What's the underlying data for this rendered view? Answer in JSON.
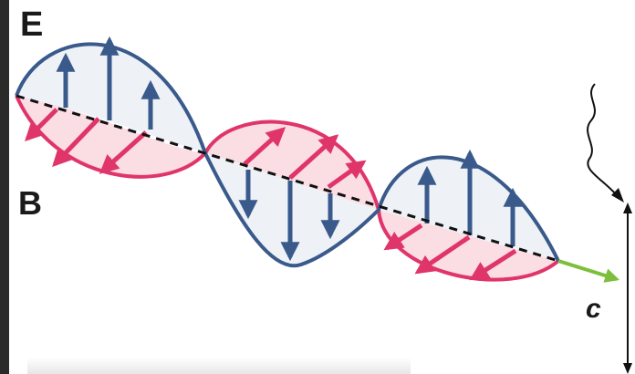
{
  "labels": {
    "electric": "E",
    "magnetic": "B",
    "speed": "c"
  },
  "colors": {
    "electric_field": "#3a5a8c",
    "electric_fill": "#eef2f7",
    "magnetic_field": "#e0356a",
    "magnetic_fill": "#fbdde4",
    "propagation_arrow": "#7cbf3a",
    "axis": "#111111"
  }
}
